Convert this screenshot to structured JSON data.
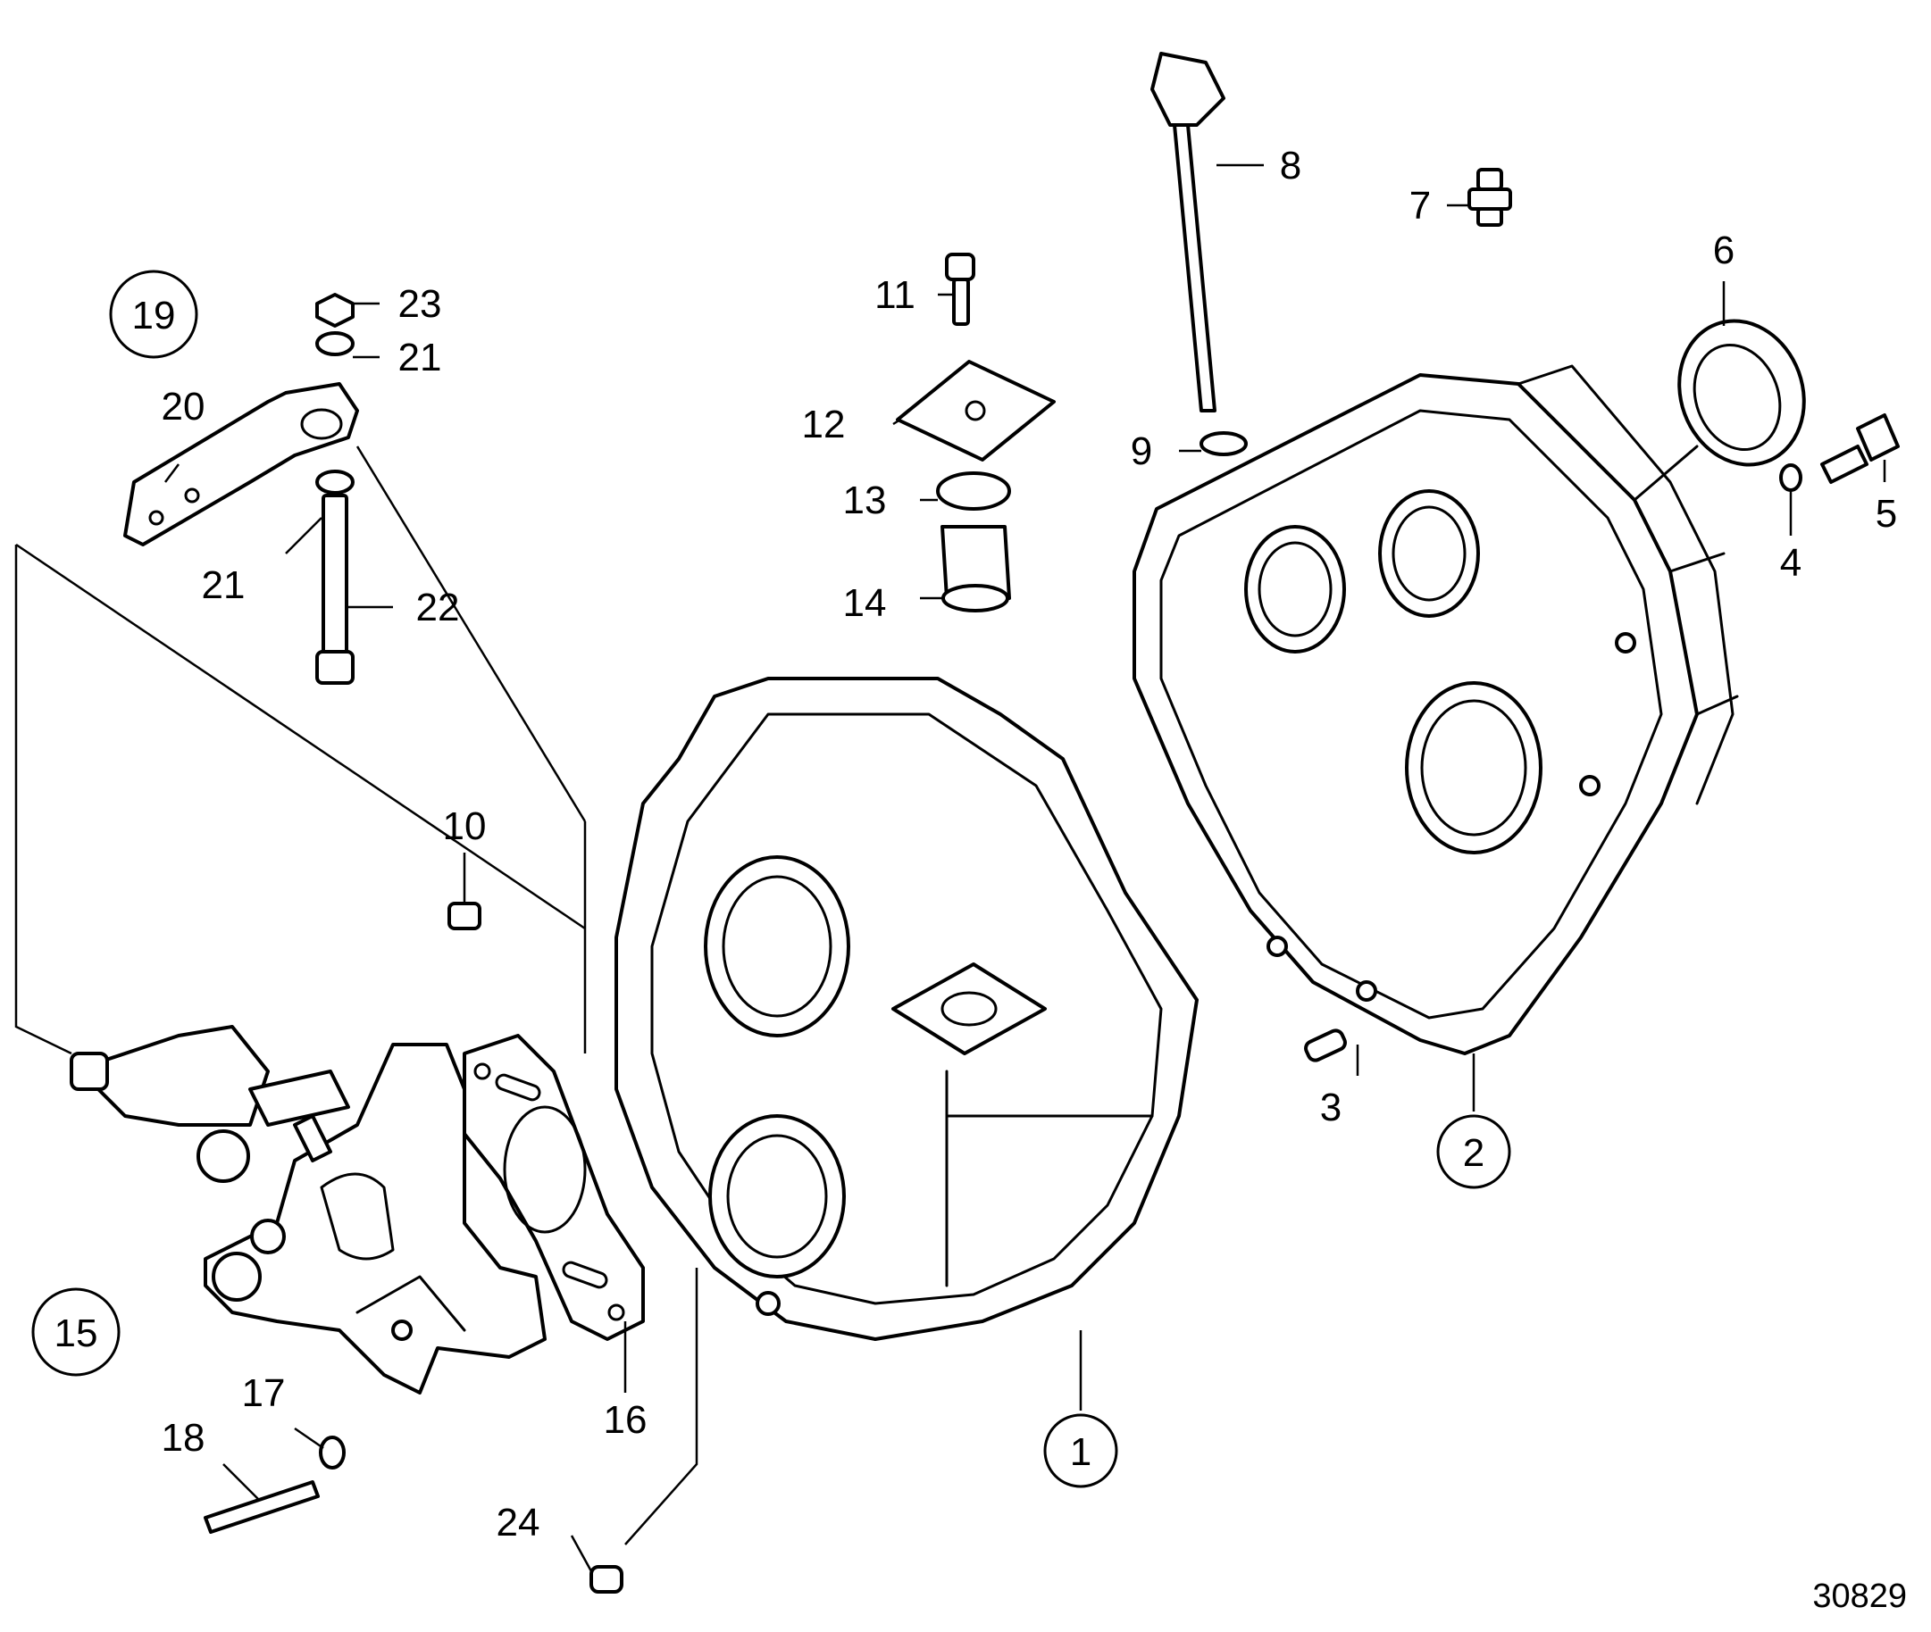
{
  "callouts": {
    "c1": "1",
    "c2": "2",
    "c3": "3",
    "c4": "4",
    "c5": "5",
    "c6": "6",
    "c7": "7",
    "c8": "8",
    "c9": "9",
    "c10": "10",
    "c11": "11",
    "c12": "12",
    "c13": "13",
    "c14": "14",
    "c15": "15",
    "c16": "16",
    "c17": "17",
    "c18": "18",
    "c19": "19",
    "c20": "20",
    "c21a": "21",
    "c21b": "21",
    "c22": "22",
    "c23": "23",
    "c24": "24"
  },
  "reference_number": "30829"
}
